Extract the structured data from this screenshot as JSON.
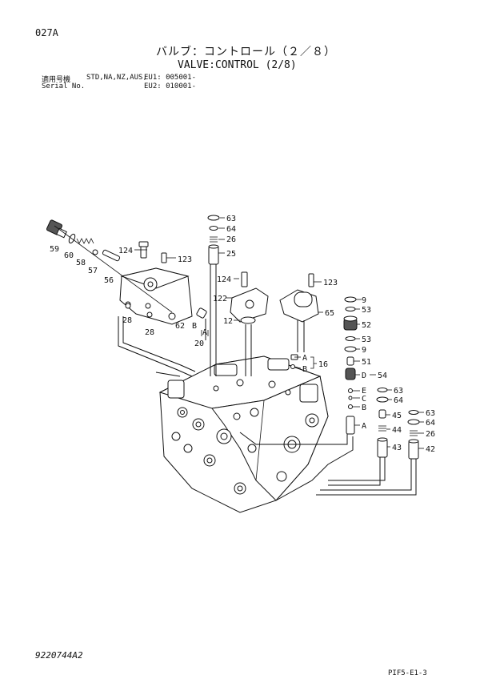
{
  "header": {
    "page_id": "027A",
    "title_jp": "バルブ：コントロール（２／８）",
    "title_en": "VALVE:CONTROL (2/8)",
    "applicable_label_jp": "適用号機",
    "serial_label_en": "Serial No.",
    "models": "STD,NA,NZ,AUS,",
    "eu1": "EU1: 005001-",
    "eu2": "EU2: 010001-"
  },
  "callouts": {
    "p59": "59",
    "p60": "60",
    "p58": "58",
    "p57": "57",
    "p56": "56",
    "p124a": "124",
    "p123a": "123",
    "p28a": "28",
    "p28b": "28",
    "p62": "62",
    "pB1": "B",
    "pA1": "A",
    "p20": "20",
    "p63a": "63",
    "p64a": "64",
    "p26a": "26",
    "p25": "25",
    "p124b": "124",
    "p122": "122",
    "p12": "12",
    "p123b": "123",
    "p65": "65",
    "pA2": "A",
    "pB2": "B",
    "p16": "16",
    "p9a": "9",
    "p53a": "53",
    "p52": "52",
    "p53b": "53",
    "p9b": "9",
    "p51": "51",
    "pD": "D",
    "p54": "54",
    "pE": "E",
    "p63b": "63",
    "pC": "C",
    "p64b": "64",
    "pB3": "B",
    "p45": "45",
    "p44": "44",
    "pA3": "A",
    "p43": "43",
    "p63c": "63",
    "p64c": "64",
    "p26b": "26",
    "p42": "42"
  },
  "footer": {
    "doc_number": "9220744A2",
    "page_code": "PIF5-E1-3"
  }
}
